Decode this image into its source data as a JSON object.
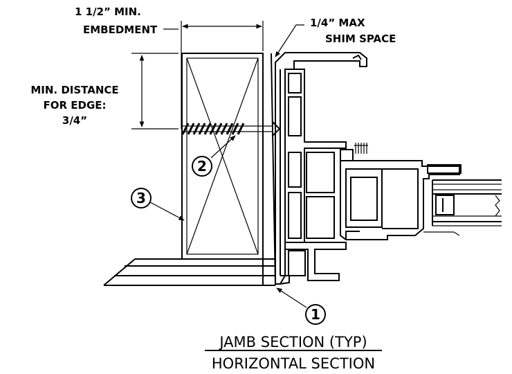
{
  "labels": {
    "embed_line1": "1 1/2” MIN.",
    "embed_line2": "EMBEDMENT",
    "shim_line1": "1/4” MAX",
    "shim_line2": "SHIM SPACE",
    "edge_line1": "MIN. DISTANCE",
    "edge_line2": "FOR EDGE:",
    "edge_line3": "3/4”",
    "callout_1": "1",
    "callout_2": "2",
    "callout_3": "3",
    "title_line1": "JAMB SECTION (TYP)",
    "title_line2": "HORIZONTAL SECTION"
  }
}
